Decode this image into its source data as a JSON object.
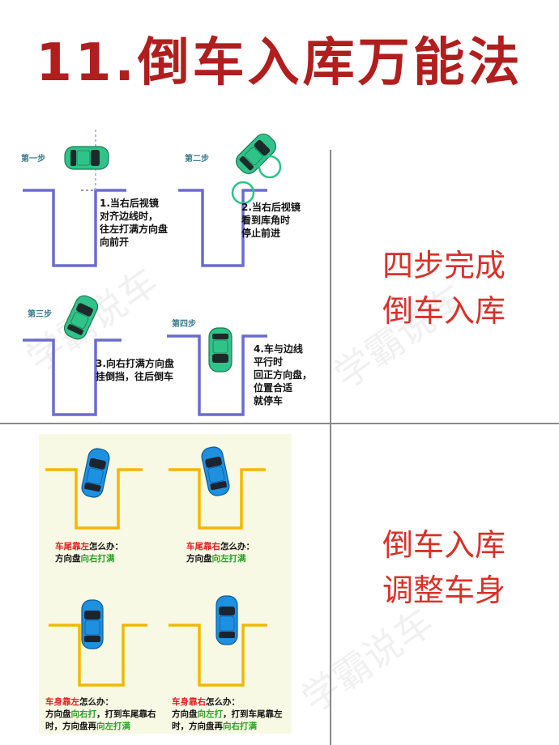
{
  "title": "11.倒车入库万能法",
  "watermark": "学霸说车",
  "top_section": {
    "side_caption": [
      "四步完成",
      "倒车入库"
    ],
    "steps": [
      {
        "label": "第一步",
        "note": [
          "1.当右后视镜",
          "对齐边线时，",
          "往左打满方向盘",
          "向前开"
        ]
      },
      {
        "label": "第二步",
        "note": [
          "2.当右后视镜",
          "看到库角时",
          "停止前进"
        ]
      },
      {
        "label": "第三步",
        "note": [
          "3.向右打满方向盘",
          "挂倒挡，往后倒车"
        ]
      },
      {
        "label": "第四步",
        "note": [
          "4.车与边线",
          "平行时",
          "回正方向盘，",
          "位置合适",
          "就停车"
        ]
      }
    ]
  },
  "bottom_section": {
    "side_caption": [
      "倒车入库",
      "调整车身"
    ],
    "cases": [
      {
        "problem": "车尾靠左",
        "suffix": "怎么办：",
        "line2_prefix": "方向盘",
        "line2_action": "向右打满"
      },
      {
        "problem": "车尾靠右",
        "suffix": "怎么办：",
        "line2_prefix": "方向盘",
        "line2_action": "向左打满"
      },
      {
        "problem": "车身靠左",
        "suffix": "怎么办：",
        "line2_prefix": "方向盘",
        "line2_action": "向右打",
        "line2_rest": "，打到车尾靠右",
        "line3_prefix": "时，方向盘再",
        "line3_action": "向左打满"
      },
      {
        "problem": "车身靠右",
        "suffix": "怎么办：",
        "line2_prefix": "方向盘",
        "line2_action": "向左打",
        "line2_rest": "，打到车尾靠左",
        "line3_prefix": "时，方向盘再",
        "line3_action": "向右打满"
      }
    ]
  },
  "colors": {
    "title": "#b01e1e",
    "caption": "#d7322a",
    "garage_line": "#6a6ccf",
    "green_car": "#2fc38a",
    "blue_car": "#1e90e0",
    "yellow_line": "#f2b705",
    "problem_red": "#e02020",
    "action_green": "#2aa12a",
    "bottom_panel": "#f8f9e4"
  }
}
